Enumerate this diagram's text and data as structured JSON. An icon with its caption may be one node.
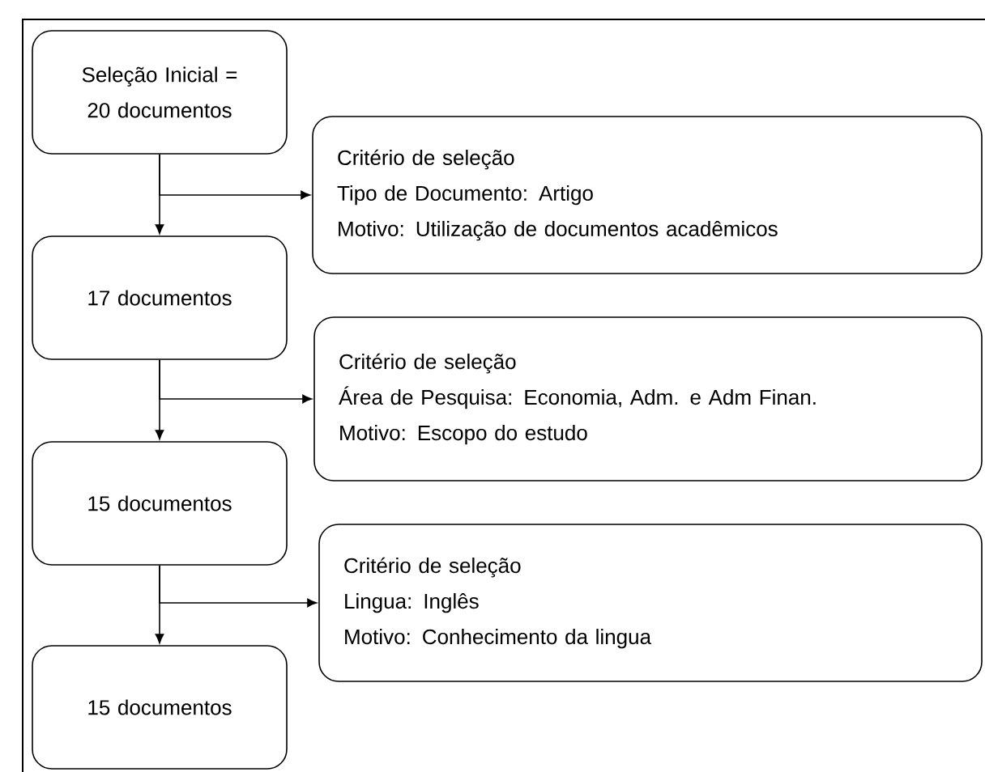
{
  "diagram": {
    "nodes": [
      {
        "text": [
          "Seleção Inicial = 20 documentos"
        ]
      },
      {
        "text": [
          "Critério de seleção",
          "Tipo de Documento: Artigo",
          "Motivo: Utilização de documentos acadêmicos"
        ]
      },
      {
        "text": [
          "17 documentos"
        ]
      },
      {
        "text": [
          "Critério de seleção",
          "Área de Pesquisa: Economia, Adm. e Adm Finan.",
          "Motivo: Escopo do estudo"
        ]
      },
      {
        "text": [
          "15 documentos"
        ]
      },
      {
        "text": [
          "Critério de seleção",
          "Lingua: Inglês",
          "Motivo: Conhecimento da lingua"
        ]
      },
      {
        "text": [
          "15 documentos"
        ]
      }
    ],
    "edges": [
      {
        "from": 0,
        "to": 2,
        "arrow": "to"
      },
      {
        "from": 0,
        "to": 1,
        "arrow": "to"
      },
      {
        "from": 2,
        "to": 4,
        "arrow": "to"
      },
      {
        "from": 2,
        "to": 3,
        "arrow": "to"
      },
      {
        "from": 4,
        "to": 6,
        "arrow": "to"
      },
      {
        "from": 4,
        "to": 5,
        "arrow": "to"
      }
    ]
  }
}
